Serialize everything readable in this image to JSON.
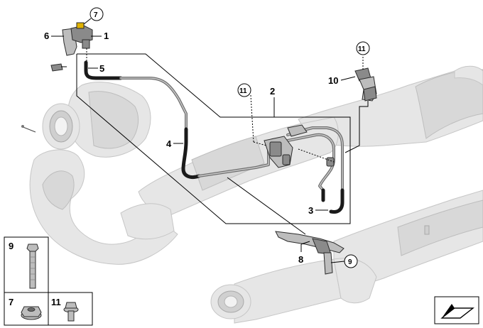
{
  "diagram": {
    "callouts": {
      "c1": "1",
      "c2": "2",
      "c3": "3",
      "c4": "4",
      "c5": "5",
      "c6": "6",
      "c7": "7",
      "c8": "8",
      "c9": "9",
      "c10": "10",
      "c11": "11"
    },
    "circled": {
      "top7": "7",
      "top11a": "11",
      "top11b": "11",
      "bottom9": "9"
    },
    "legend": {
      "item9": "9",
      "item7": "7",
      "item11": "11"
    }
  }
}
